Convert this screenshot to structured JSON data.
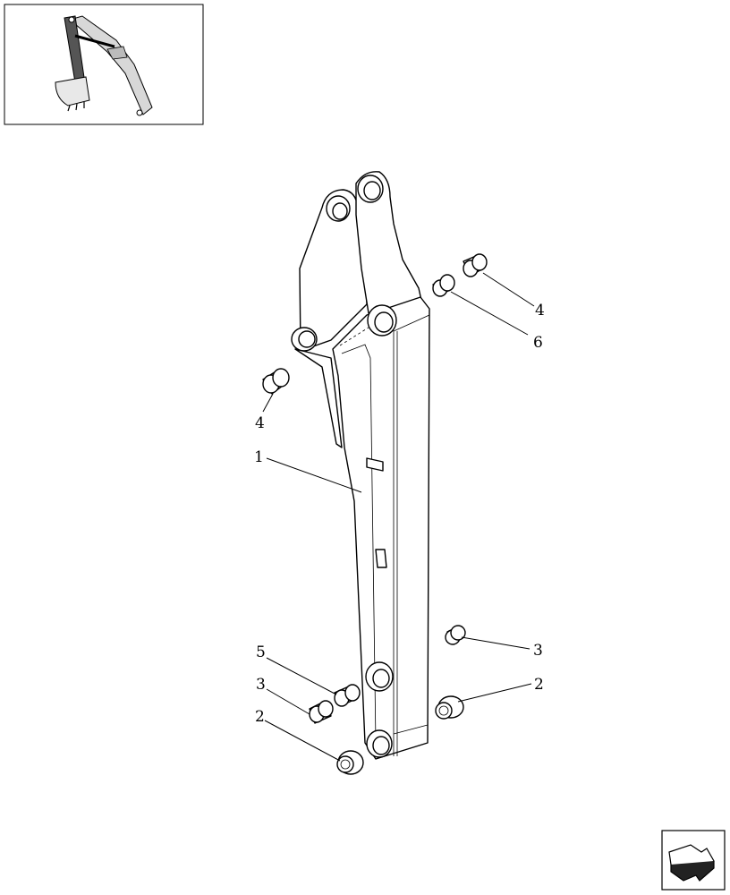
{
  "callouts": {
    "c1": "1",
    "c2a": "2",
    "c2b": "2",
    "c3a": "3",
    "c3b": "3",
    "c4a": "4",
    "c4b": "4",
    "c5": "5",
    "c6": "6"
  },
  "icons": {
    "thumbnail": "excavator-arm-overview-icon",
    "nav": "next-page-arrow-icon"
  }
}
